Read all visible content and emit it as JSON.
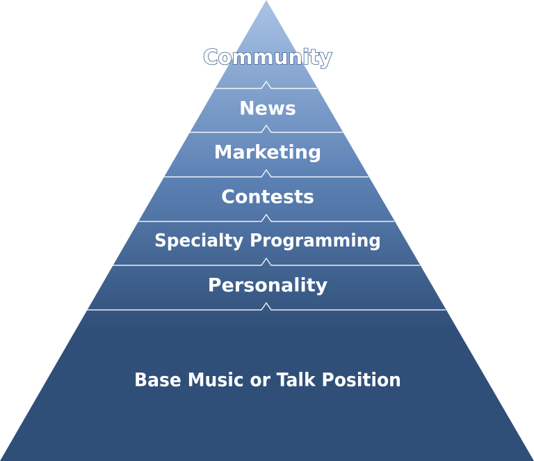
{
  "pyramid": {
    "tiers": [
      {
        "label": "Community"
      },
      {
        "label": "News"
      },
      {
        "label": "Marketing"
      },
      {
        "label": "Contests"
      },
      {
        "label": "Specialty Programming"
      },
      {
        "label": "Personality"
      },
      {
        "label": "Base Music or Talk Position"
      }
    ],
    "colors": {
      "apex": "#a9c3e6",
      "mid": "#5d82b5",
      "base": "#2f4f78",
      "divider": "#ffffff",
      "label_outline": "#3d5f8c"
    }
  }
}
